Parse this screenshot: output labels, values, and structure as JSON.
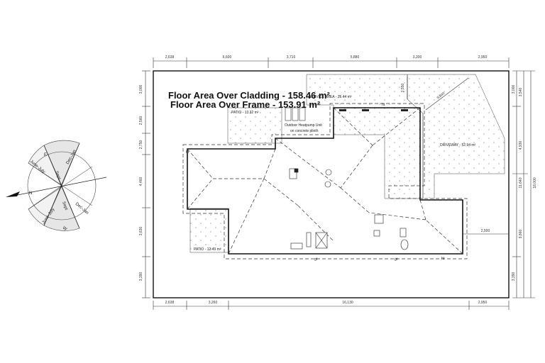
{
  "floor_area_cladding": "Floor Area Over Cladding  - 158.46 m²",
  "floor_area_frame": "Floor Area Over Frame  - 153.91 m²",
  "labels": {
    "patio_top": "PATIO - 13.32 m²",
    "patio_bottom": "PATIO - 12.49 m²",
    "service_area": "SERVICE AREA - 26.44 m²",
    "driveway": "DRIVEWAY - 52.94 m²",
    "heatpump_1": "Outdoor Heatpump Unit",
    "heatpump_2": "on concrete plinth",
    "ht": "ht",
    "gt": "gt"
  },
  "dims_top": [
    "2,638",
    "6,600",
    "3,710",
    "5,880",
    "3,200",
    "2,950"
  ],
  "dims_bottom": [
    "2,638",
    "3,260",
    "16,130",
    "2,950"
  ],
  "dims_left": [
    "3,000",
    "2,560",
    "2,750",
    "4,460",
    "3,630",
    "3,390"
  ],
  "dims_right_inner": [
    "3,000",
    "3,540",
    "4,930",
    "11,640",
    "9,860",
    "3,390"
  ],
  "dims_right_outer": "18,000",
  "dims_misc": {
    "d2550": "2,550",
    "d9840": "9,840",
    "d2500": "2,500"
  },
  "compass": {
    "E": "E",
    "W": "W",
    "N": "N",
    "june_july_top": "June-July",
    "sept_top": "Sept",
    "dec_jan_top": "Dec-Jan",
    "june_july_bottom": "June-July",
    "sept_bottom": "Sept",
    "dec_jan_bottom": "Dec-Jan"
  }
}
